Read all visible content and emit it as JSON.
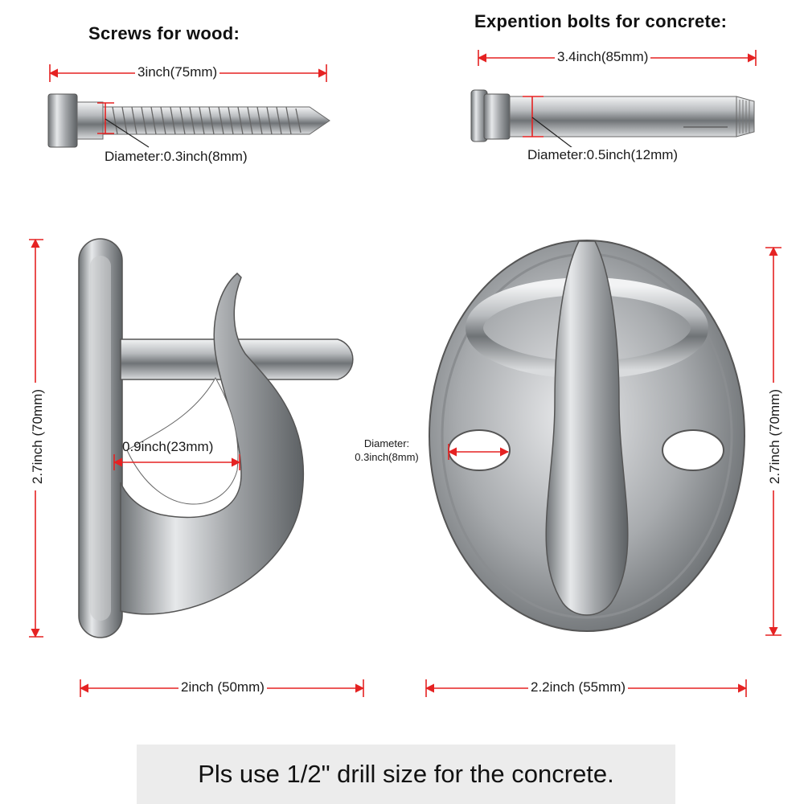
{
  "wood": {
    "title": "Screws for wood:",
    "length_label": "3inch(75mm)",
    "diameter_label": "Diameter:0.3inch(8mm)"
  },
  "concrete": {
    "title": "Expention bolts for concrete:",
    "length_label": "3.4inch(85mm)",
    "diameter_label": "Diameter:0.5inch(12mm)"
  },
  "hook_side": {
    "height_label": "2.7inch (70mm)",
    "inner_label": "0.9inch(23mm)",
    "width_label": "2inch (50mm)"
  },
  "hook_front": {
    "height_label": "2.7inch (70mm)",
    "hole_label_line1": "Diameter:",
    "hole_label_line2": "0.3inch(8mm)",
    "width_label": "2.2inch (55mm)"
  },
  "note": "Pls use 1/2\" drill size for the concrete.",
  "colors": {
    "dimension": "#e52222",
    "metal": "#a9acaf",
    "banner": "#ececec"
  }
}
